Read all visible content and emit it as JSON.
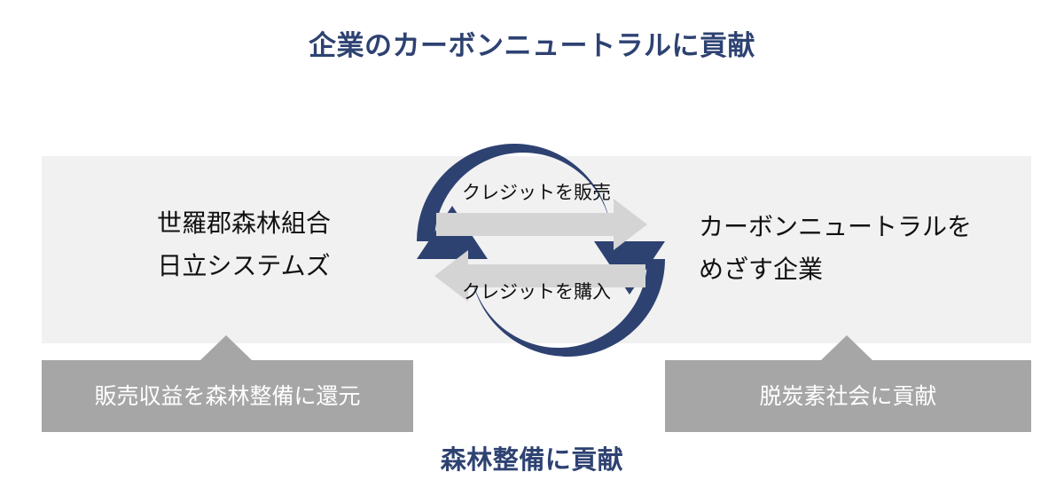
{
  "diagram": {
    "title_top": "企業のカーボンニュートラルに貢献",
    "title_bottom": "森林整備に貢献",
    "colors": {
      "navy": "#2E4272",
      "gray_arrow": "#D4D4D4",
      "gray_banner": "#A6A6A6",
      "band_background": "#F1F1F1",
      "page_background": "#FFFFFF",
      "text_dark": "#111111",
      "text_light": "#FFFFFF"
    },
    "parties": {
      "left": {
        "lines": [
          "世羅郡森林組合",
          "日立システムズ"
        ]
      },
      "right": {
        "lines": [
          "カーボンニュートラルを",
          "めざす企業"
        ]
      }
    },
    "exchange": {
      "top_arrow_label": "クレジットを販売",
      "bottom_arrow_label": "クレジットを購入"
    },
    "callouts": {
      "left": "販売収益を森林整備に還元",
      "right": "脱炭素社会に貢献"
    },
    "cycle": {
      "clockwise_arc_name": "credit-sale-flow",
      "counterclockwise_arc_name": "benefit-return-flow"
    }
  }
}
